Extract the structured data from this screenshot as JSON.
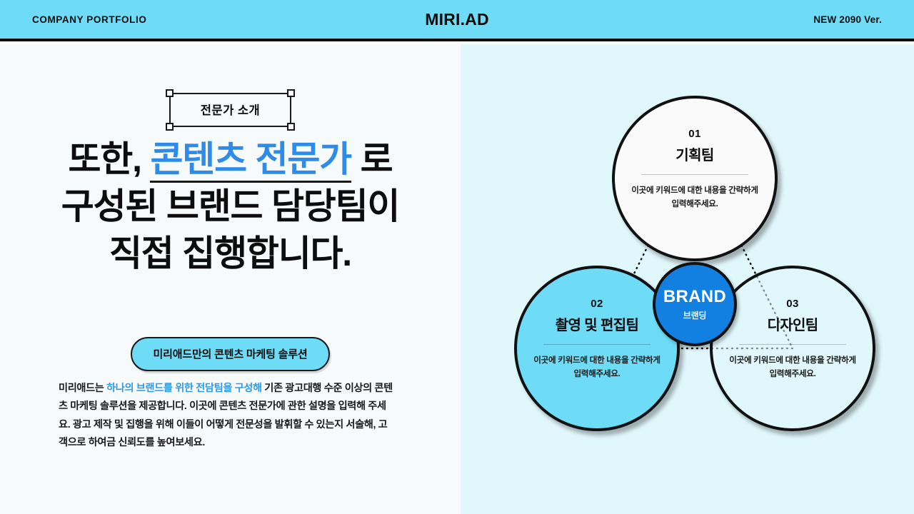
{
  "header": {
    "left_label": "COMPANY PORTFOLIO",
    "brand": "MIRI.AD",
    "version": "NEW 2090 Ver."
  },
  "left_panel": {
    "tag_label": "전문가 소개",
    "headline": {
      "line1_before": "또한, ",
      "line1_accent": "콘텐츠 전문가",
      "line1_after": " 로",
      "line2": "구성된 브랜드 담당팀이",
      "line3": "직접 집행합니다."
    },
    "pill_label": "미리애드만의 콘텐츠 마케팅 솔루션",
    "body": {
      "part1": "미리애드는 ",
      "accent": "하나의 브랜드를 위한 전담팀을 구성해",
      "part2": " 기존 광고대행 수준 이상의 콘텐츠 마케팅 솔루션을 제공합니다. 이곳에 콘텐츠 전문가에 관한 설명을 입력해 주세요. 광고 제작 및 집행을 위해 이들이 어떻게 전문성을 발휘할 수 있는지 서술해, 고객으로 하여금 신뢰도를 높여보세요."
    }
  },
  "diagram": {
    "center": {
      "title": "BRAND",
      "subtitle": "브랜딩"
    },
    "nodes": [
      {
        "number": "01",
        "title": "기획팀",
        "description": "이곳에 키워드에 대한 내용을 간략하게 입력해주세요.",
        "fill": "#FAFAFA"
      },
      {
        "number": "02",
        "title": "촬영 및 편집팀",
        "description": "이곳에 키워드에 대한 내용을 간략하게 입력해주세요.",
        "fill": "#6FDCF7"
      },
      {
        "number": "03",
        "title": "디자인팀",
        "description": "이곳에 키워드에 대한 내용을 간략하게 입력해주세요.",
        "fill": "#E0F7FB"
      }
    ]
  },
  "colors": {
    "header_bg": "#6FDCF7",
    "left_panel_bg": "#F7FAFB",
    "right_panel_bg": "#E0F7FB",
    "brand_blue": "#1180E0",
    "accent_blue": "#2E9BE8",
    "outline": "#111111"
  }
}
